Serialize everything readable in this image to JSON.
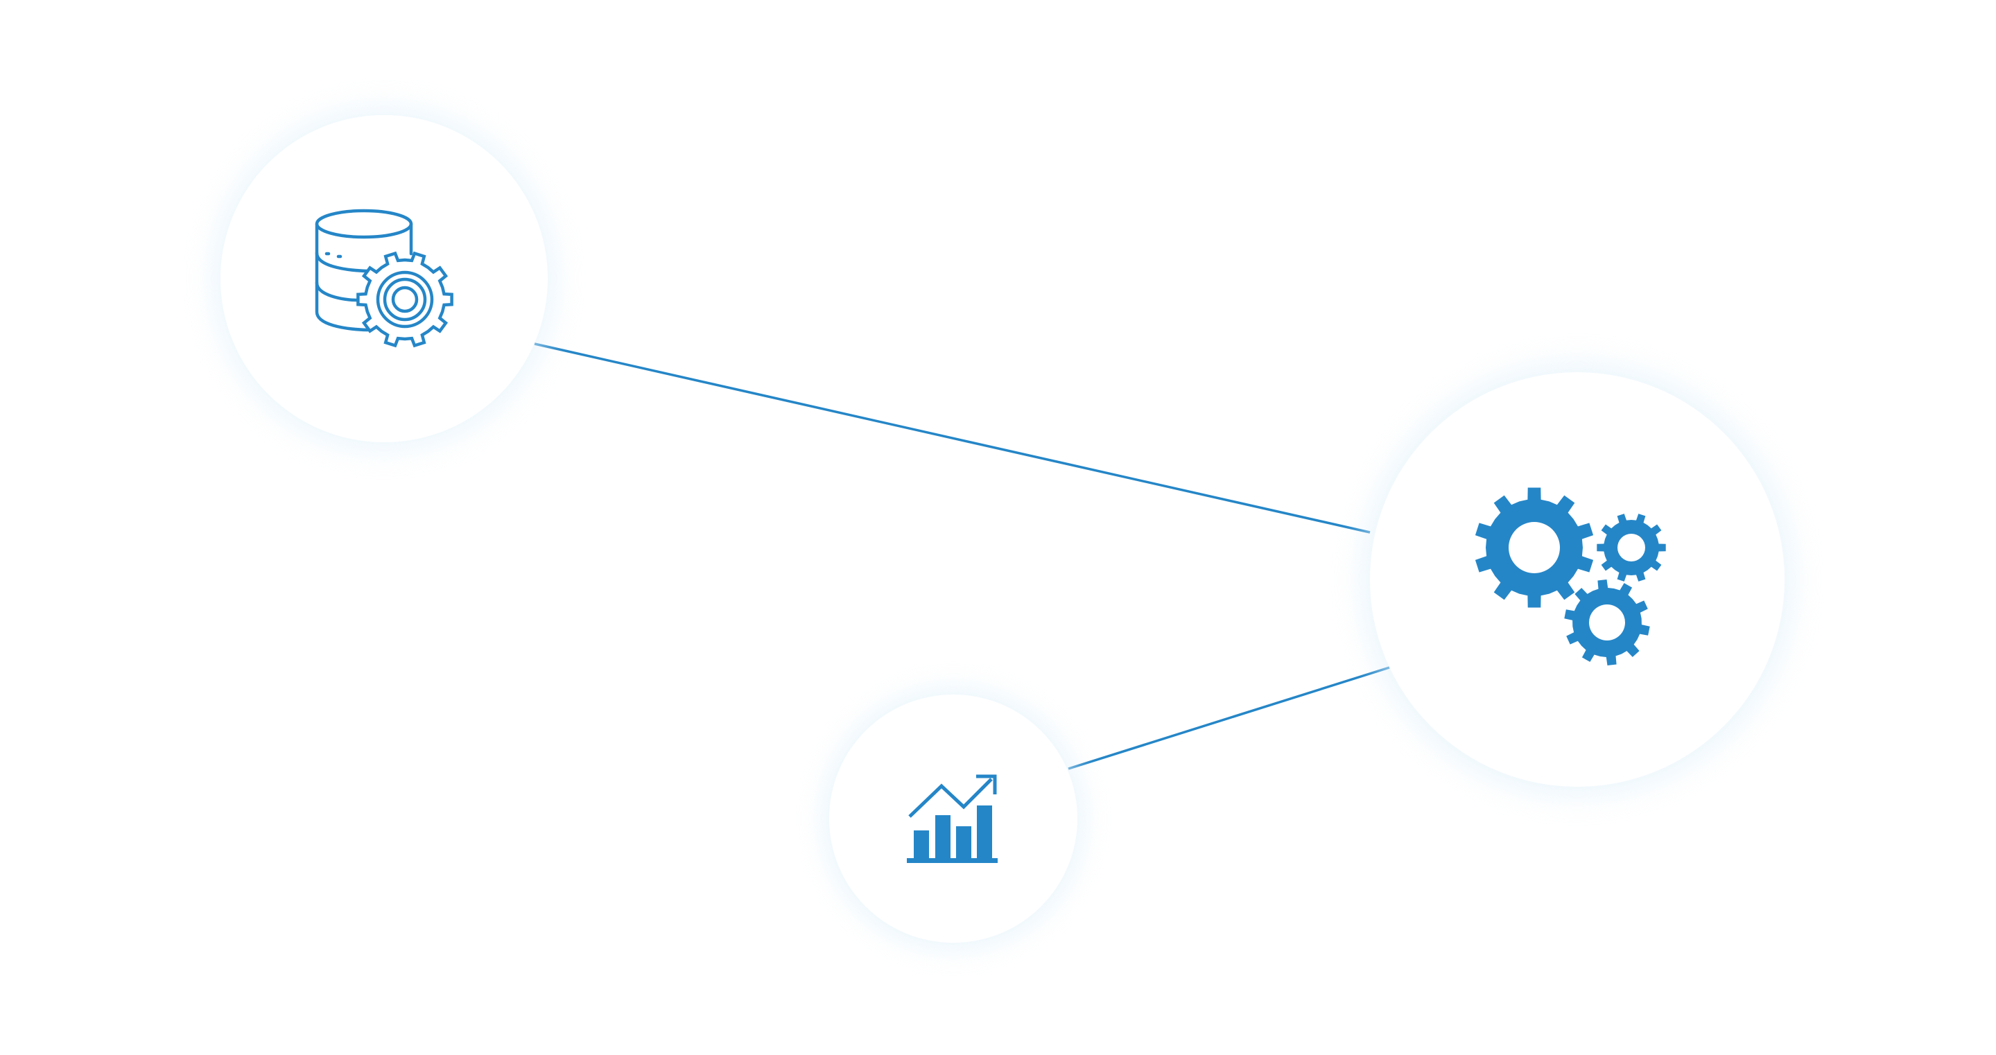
{
  "colors": {
    "accent": "#2586c7",
    "background": "#ffffff",
    "glow": "#cfe8f7"
  },
  "nodes": [
    {
      "id": "database-settings",
      "icon": "database-gear-icon"
    },
    {
      "id": "processing",
      "icon": "gears-icon"
    },
    {
      "id": "analytics",
      "icon": "growth-chart-icon"
    }
  ],
  "edges": [
    {
      "from": "database-settings",
      "to": "processing"
    },
    {
      "from": "analytics",
      "to": "processing"
    }
  ]
}
